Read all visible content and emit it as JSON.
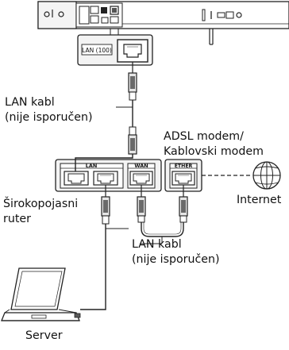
{
  "soundbar": {
    "port_label": "LAN (100)"
  },
  "upper_cable": {
    "label_line1": "LAN kabl",
    "label_line2": "(nije isporučen)"
  },
  "router": {
    "name_line1": "Širokopojasni",
    "name_line2": "ruter",
    "lan_group_label": "LAN",
    "wan_label": "WAN"
  },
  "modem": {
    "name_line1": "ADSL modem/",
    "name_line2": "Kablovski modem",
    "port_label": "ETHER"
  },
  "internet": {
    "label": "Internet"
  },
  "lower_cable": {
    "label_line1": "LAN kabl",
    "label_line2": "(nije isporučen)"
  },
  "server": {
    "label": "Server"
  },
  "colors": {
    "line": "#222222",
    "fill_light": "#e9e9e9",
    "fill_dark": "#5a5a5a",
    "background": "#ffffff"
  }
}
